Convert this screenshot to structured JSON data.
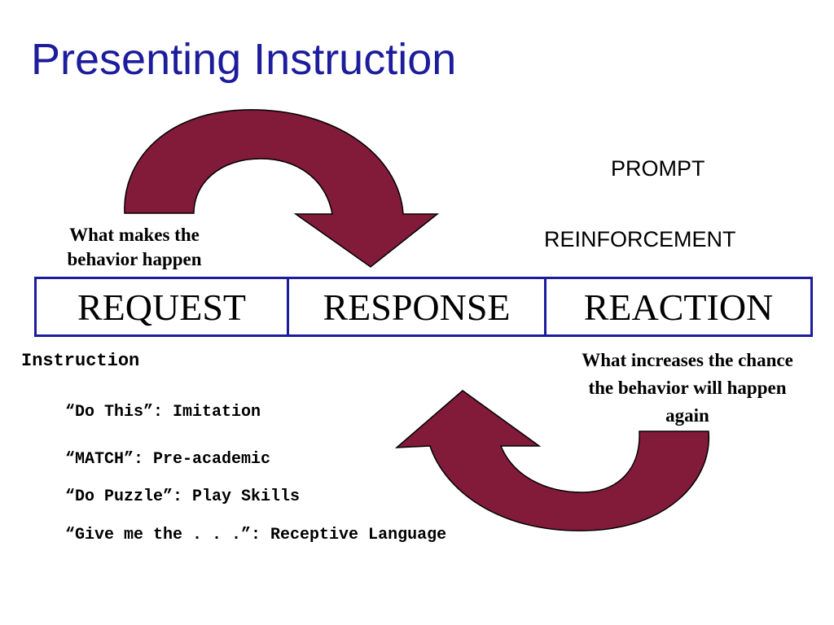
{
  "slide": {
    "title": "Presenting Instruction",
    "top_labels": {
      "prompt": "PROMPT",
      "reinforcement": "REINFORCEMENT"
    },
    "request_note": [
      "What makes the",
      "behavior happen"
    ],
    "phases": [
      "REQUEST",
      "RESPONSE",
      "REACTION"
    ],
    "instruction_label": "Instruction",
    "reaction_note": [
      "What increases the chance",
      "the behavior will happen",
      "again"
    ],
    "examples": [
      "“Do This”: Imitation",
      "“MATCH”: Pre-academic",
      "“Do Puzzle”: Play Skills",
      "“Give me the . . .”: Receptive Language"
    ],
    "colors": {
      "title": "#1c1c9c",
      "arrow": "#821a3a",
      "border": "#1c1c9c"
    }
  }
}
